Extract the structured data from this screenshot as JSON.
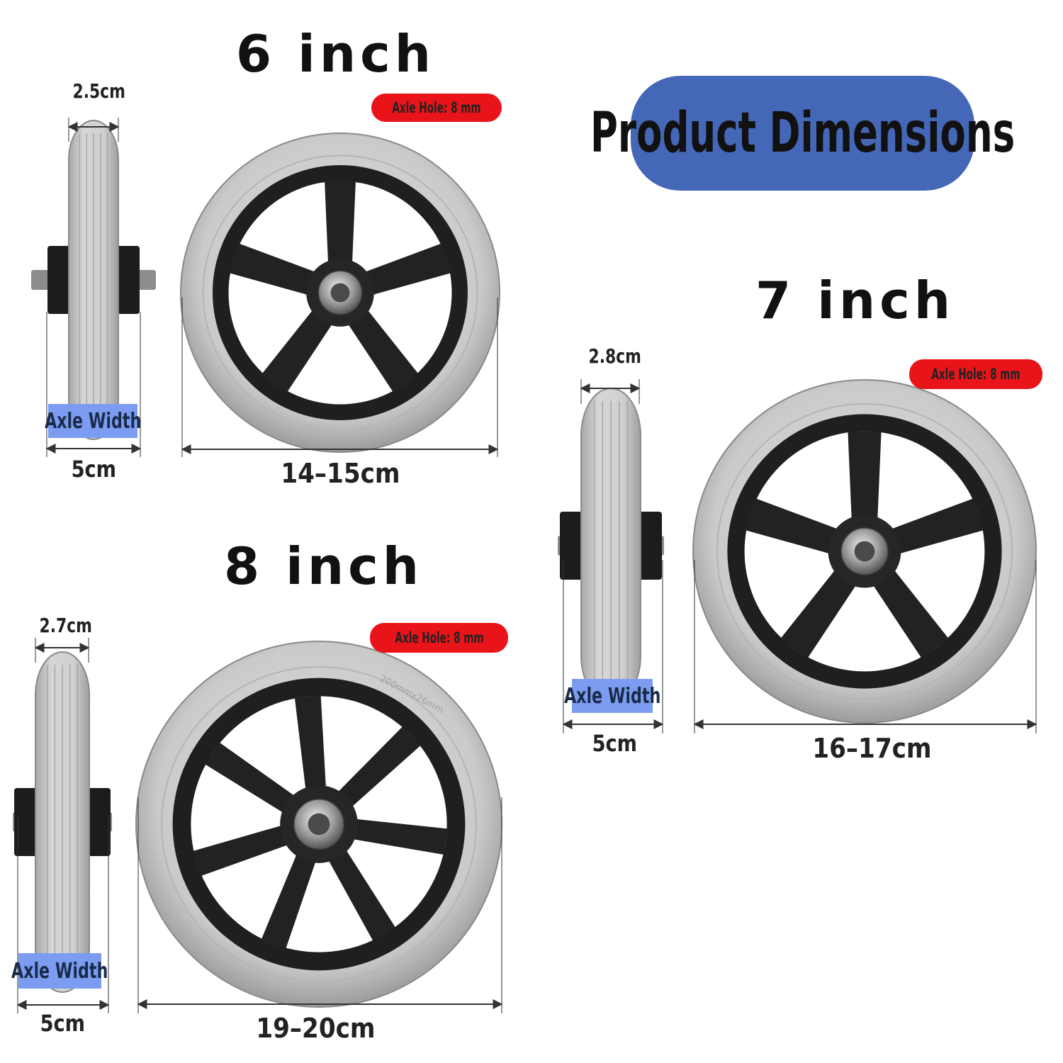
{
  "title": "Product Dimensions",
  "colors": {
    "title_pill": "#4567b7",
    "axle_hole_badge": "#e8141a",
    "axle_width_badge": "#7b9cf0",
    "tire": "#c9c9c9",
    "rim": "#202020"
  },
  "icons": [
    "wheel-front-view",
    "wheel-side-view",
    "dimension-arrow"
  ],
  "wheels": {
    "six": {
      "size_label": "6 inch",
      "axle_hole": "Axle Hole: 8 mm",
      "tread_width": "2.5cm",
      "axle_width_label": "Axle Width",
      "axle_width": "5cm",
      "diameter": "14–15cm",
      "spokes": 5
    },
    "seven": {
      "size_label": "7 inch",
      "axle_hole": "Axle Hole: 8 mm",
      "tread_width": "2.8cm",
      "axle_width_label": "Axle Width",
      "axle_width": "5cm",
      "diameter": "16–17cm",
      "spokes": 5
    },
    "eight": {
      "size_label": "8 inch",
      "axle_hole": "Axle Hole: 8 mm",
      "tread_width": "2.7cm",
      "axle_width_label": "Axle Width",
      "axle_width": "5cm",
      "diameter": "19–20cm",
      "spokes": 7,
      "tire_marking": "200mmx26mm"
    }
  }
}
